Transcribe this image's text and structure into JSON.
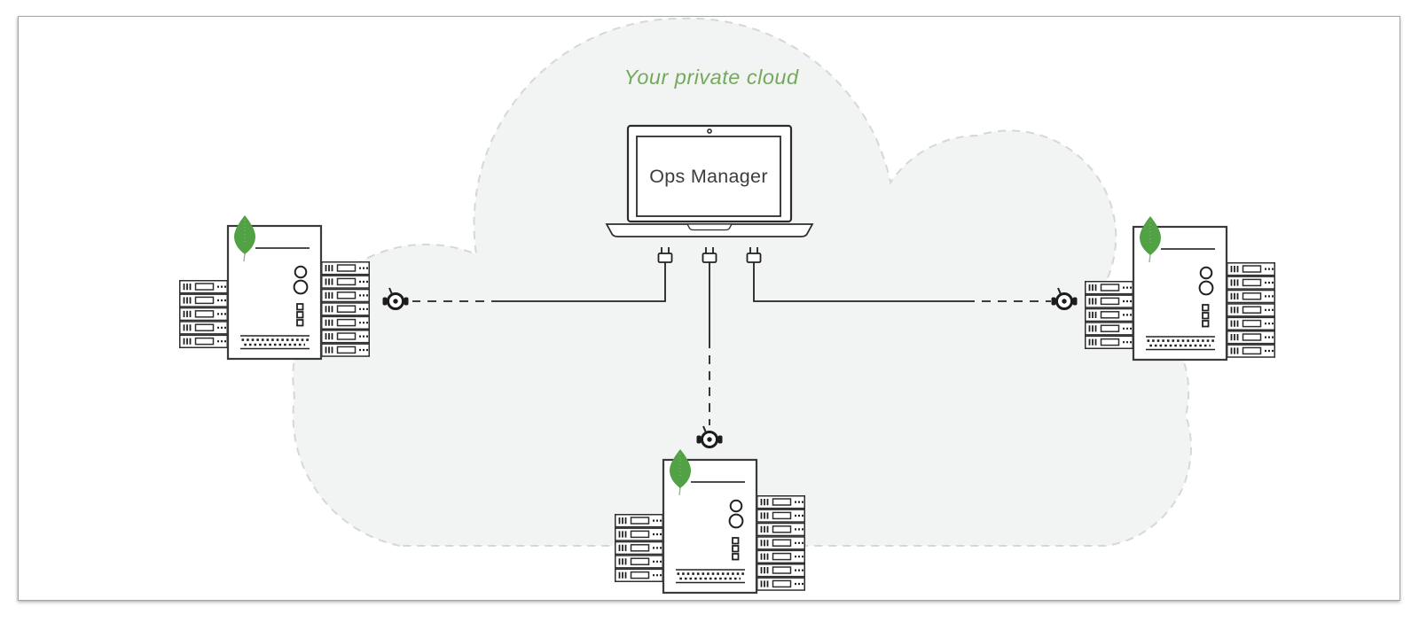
{
  "diagram": {
    "cloud": {
      "label": "Your private cloud"
    },
    "ops_manager": {
      "label": "Ops Manager"
    },
    "nodes": [
      {
        "id": "ops-manager",
        "icon": "laptop-icon"
      },
      {
        "id": "mongodb-cluster-left",
        "icon": "mongodb-server-cluster-icon"
      },
      {
        "id": "mongodb-cluster-right",
        "icon": "mongodb-server-cluster-icon"
      },
      {
        "id": "mongodb-cluster-bottom",
        "icon": "mongodb-server-cluster-icon"
      }
    ],
    "connections": [
      {
        "from": "ops-manager",
        "to": "mongodb-cluster-left",
        "style": "cable-with-plug-and-socket"
      },
      {
        "from": "ops-manager",
        "to": "mongodb-cluster-bottom",
        "style": "cable-with-plug-and-socket"
      },
      {
        "from": "ops-manager",
        "to": "mongodb-cluster-right",
        "style": "cable-with-plug-and-socket"
      }
    ]
  },
  "icons": {
    "cloud_outline": "dashed-cloud",
    "laptop": "laptop-icon",
    "plug": "power-plug-icon",
    "socket": "power-socket-icon",
    "leaf": "mongodb-leaf-icon",
    "rack": "server-rack-icon"
  },
  "colors": {
    "cloud_fill": "#f2f4f4",
    "cloud_border": "#d4d8d8",
    "cloud_label_green": "#74a95c",
    "leaf_green": "#52a245",
    "line_dark": "#222222"
  }
}
